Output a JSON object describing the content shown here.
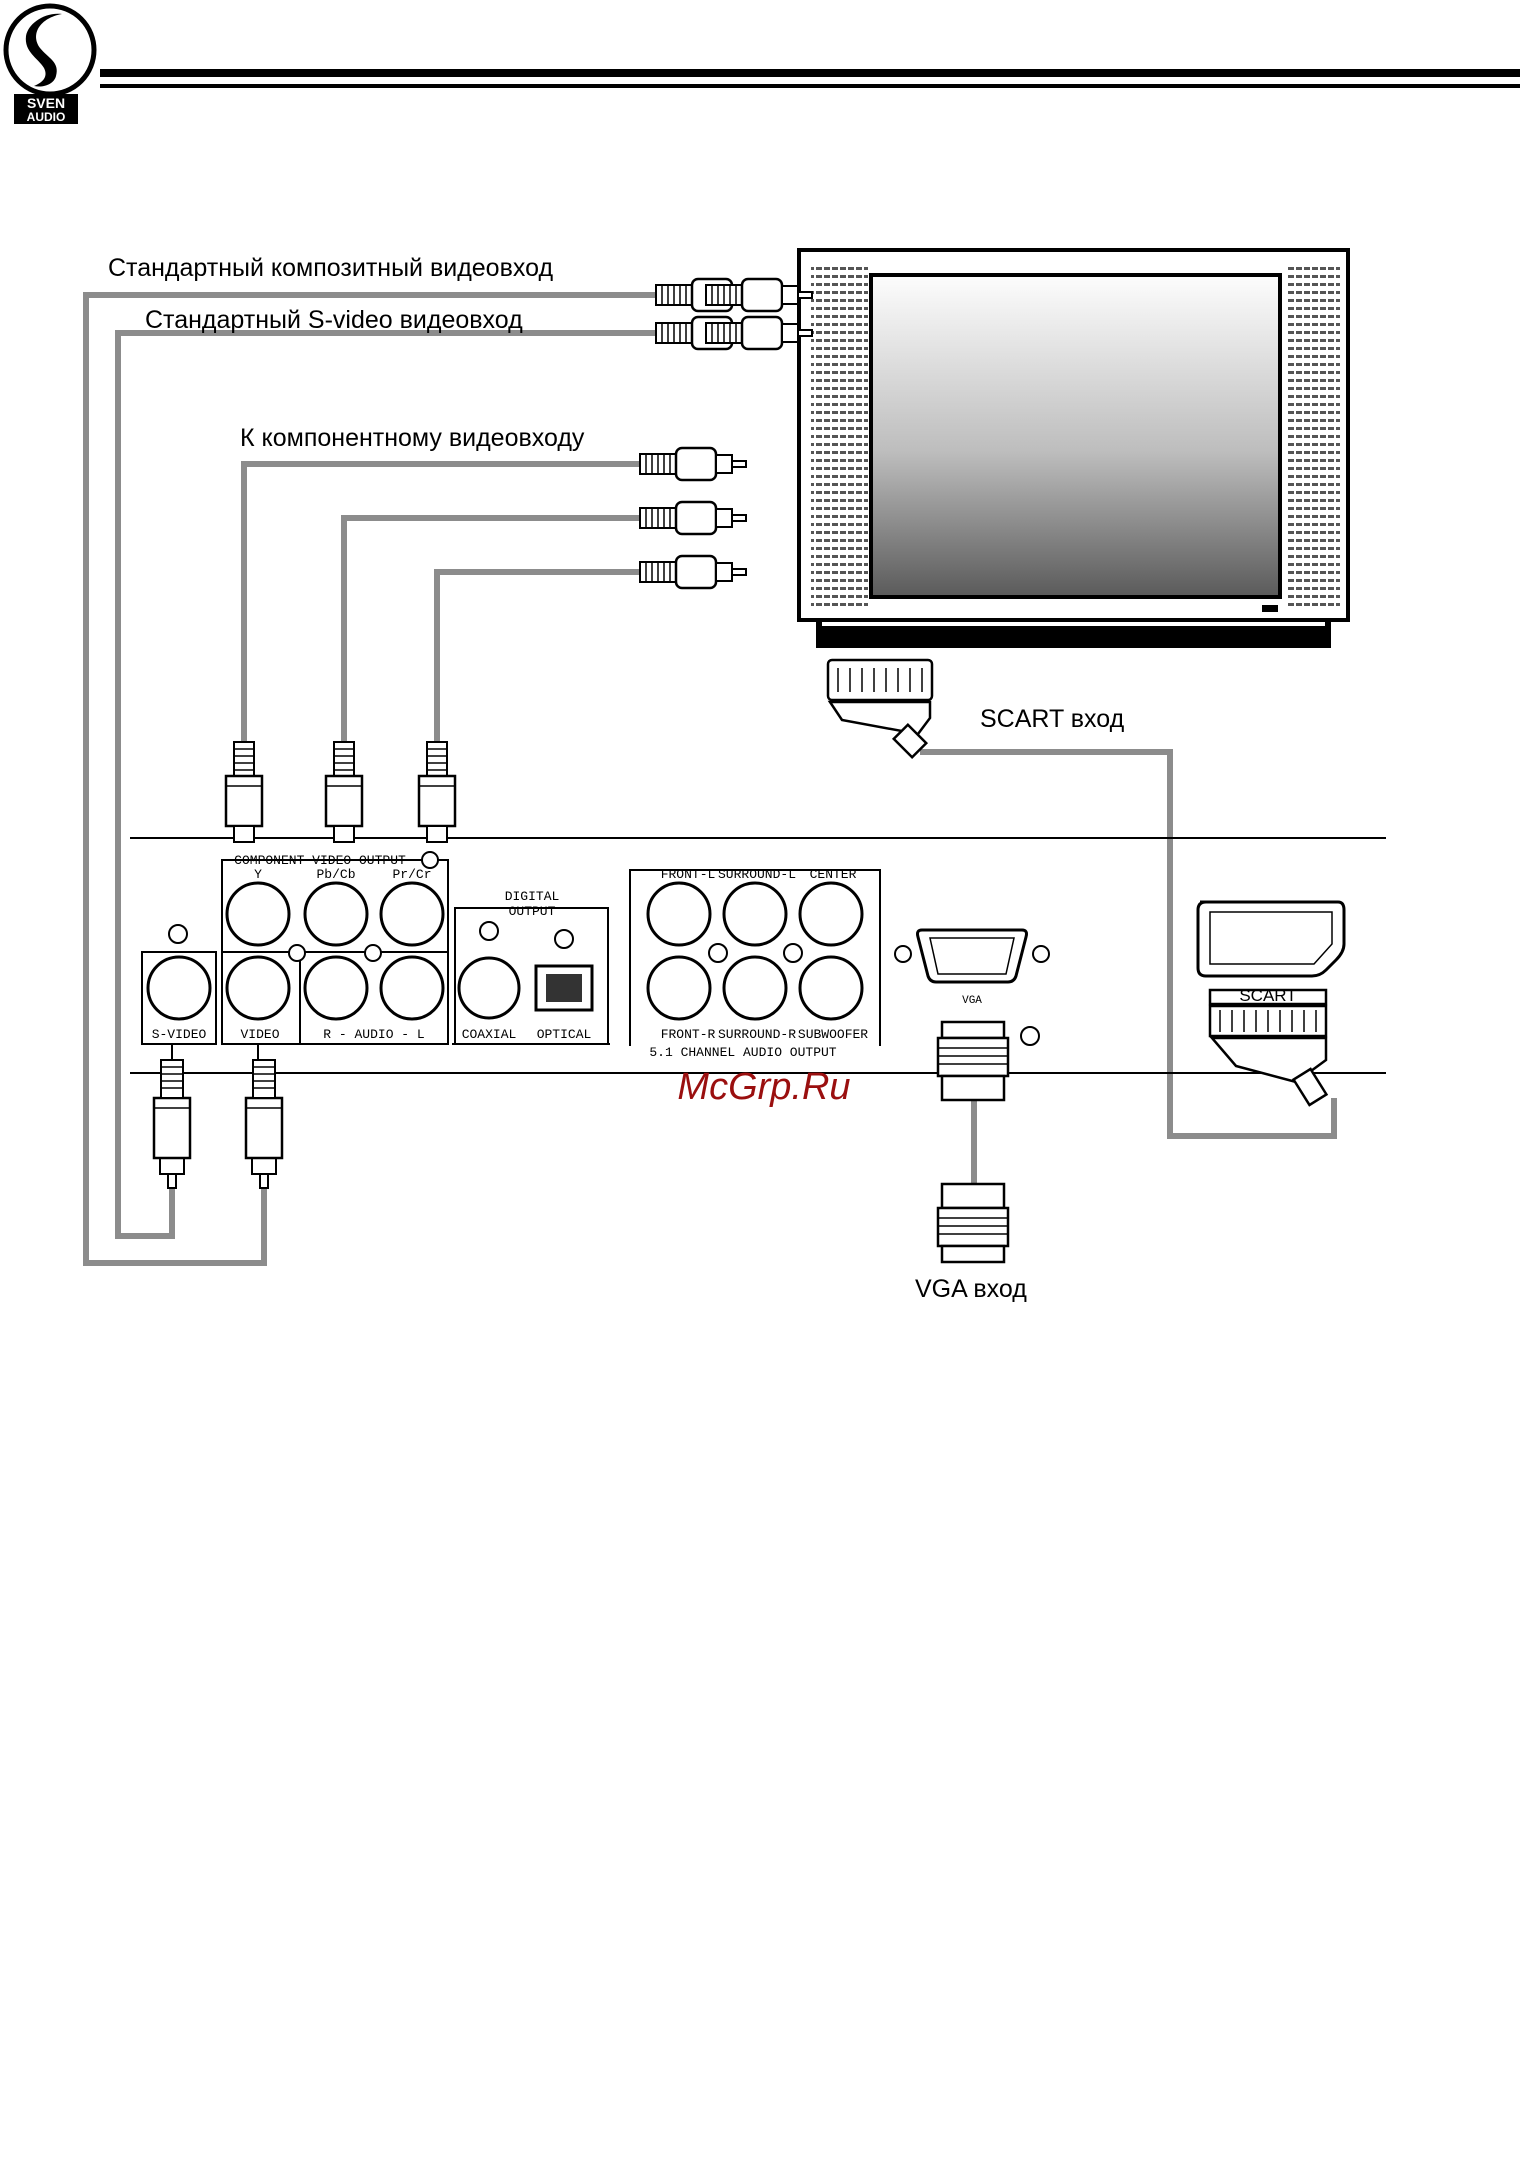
{
  "logo": {
    "line1": "SVEN",
    "line2": "AUDIO"
  },
  "labels": {
    "composite": "Стандартный композитный видеовход",
    "svideo": "Стандартный S-video видеовход",
    "component": "К компонентному видеовходу",
    "scart_in": "SCART вход",
    "vga_in": "VGA вход"
  },
  "panel": {
    "component_title": "COMPONENT VIDEO OUTPUT",
    "y": "Y",
    "pb": "Pb/Cb",
    "pr": "Pr/Cr",
    "digital_1": "DIGITAL",
    "digital_2": "OUTPUT",
    "svideo": "S-VIDEO",
    "video": "VIDEO",
    "audio": "R - AUDIO - L",
    "coaxial": "COAXIAL",
    "optical": "OPTICAL",
    "front_l": "FRONT-L",
    "surround_l": "SURROUND-L",
    "center": "CENTER",
    "front_r": "FRONT-R",
    "surround_r": "SURROUND-R",
    "subwoofer": "SUBWOOFER",
    "channel": "5.1 CHANNEL AUDIO OUTPUT",
    "vga": "VGA",
    "scart": "SCART"
  },
  "watermark": "McGrp.Ru",
  "colors": {
    "cable": "#8c8c8c",
    "ink": "#000000",
    "watermark": "#9a0f0f"
  }
}
